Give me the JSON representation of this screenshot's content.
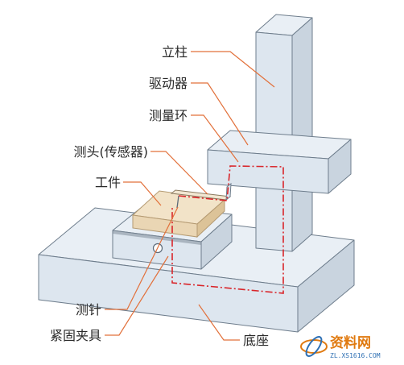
{
  "labels": {
    "column": "立柱",
    "driver": "驱动器",
    "measuring_loop": "测量环",
    "probe_sensor": "测头(传感器)",
    "workpiece": "工件",
    "stylus": "测针",
    "fixture": "紧固夹具",
    "base": "底座"
  },
  "watermark": {
    "main": "资料网",
    "sub": "ZL.XS1616.COM"
  },
  "colors": {
    "steel_face": "#dde6ef",
    "steel_top": "#e9eff5",
    "steel_side": "#c9d4df",
    "workpiece_top": "#f2e3c8",
    "workpiece_side": "#e8d2ad",
    "loop_line": "#d9252a",
    "leader_line": "#e2703a"
  }
}
